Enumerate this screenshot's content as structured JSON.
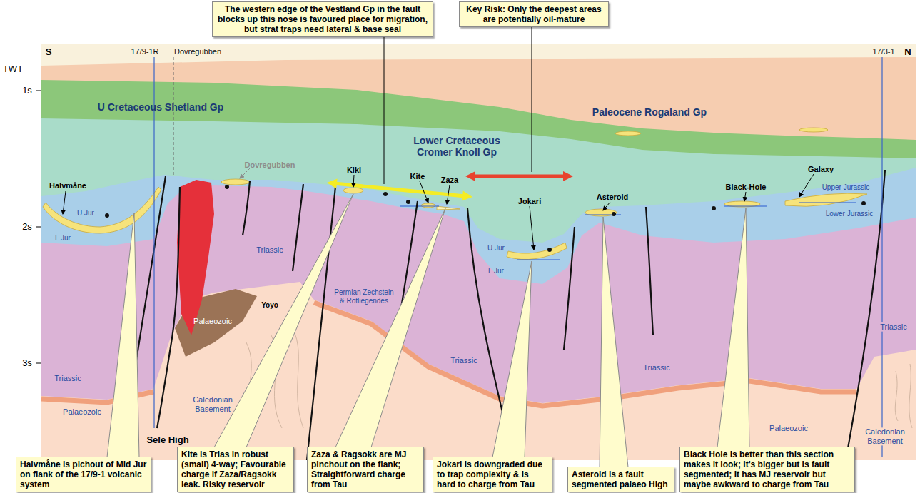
{
  "diagram": {
    "nodes": [
      {
        "text": [
          "The western edge of the Vestland Gp in the fault blocks up this nose is favoured place for migration, but strat traps need lateral & base seal"
        ]
      },
      {
        "text": [
          "Key Risk: Only the deepest areas are potentially oil-mature"
        ]
      },
      {
        "text": [
          "Halvmåne is pichout of Mid Jur on flank of the 17/9-1 volcanic system"
        ]
      },
      {
        "text": [
          "Kite is Trias in robust (small) 4-way; Favourable charge if Zaza/Ragsokk leak. Risky reservoir"
        ]
      },
      {
        "text": [
          "Zaza & Ragsokk are MJ pinchout on the flank; Straightforward charge from Tau"
        ]
      },
      {
        "text": [
          "Jokari is downgraded due to trap complexity & is hard to charge from Tau"
        ]
      },
      {
        "text": [
          "Asteroid is a fault segmented palaeo High"
        ]
      },
      {
        "text": [
          "Black Hole is better than this section makes it look; It's bigger but is fault segmented; It has MJ reservoir but maybe awkward to charge from Tau"
        ]
      }
    ],
    "labels": [
      "S",
      "N",
      "TWT",
      "1s",
      "2s",
      "3s",
      "17/9-1R",
      "Dovregubben",
      "17/3-1",
      "U Cretaceous Shetland Gp",
      "Paleocene Rogaland Gp",
      "Lower Cretaceous Cromer Knoll Gp",
      "Dovregubben",
      "Halvmåne",
      "U Jur",
      "L Jur",
      "Triassic",
      "Triassic",
      "Palaeozoic",
      "Kiki",
      "Yoyo",
      "Permian Zechstein & Rotliegendes",
      "Kite",
      "Zaza",
      "Jokari",
      "U Jur",
      "L Jur",
      "Triassic",
      "Asteroid",
      "Triassic",
      "Black-Hole",
      "Galaxy",
      "Upper Jurassic",
      "Lower Jurassic",
      "Triassic",
      "Palaeozoic",
      "Caledonian Basement",
      "Sele High",
      "Palaeozoic",
      "Caledonian Basement"
    ]
  }
}
